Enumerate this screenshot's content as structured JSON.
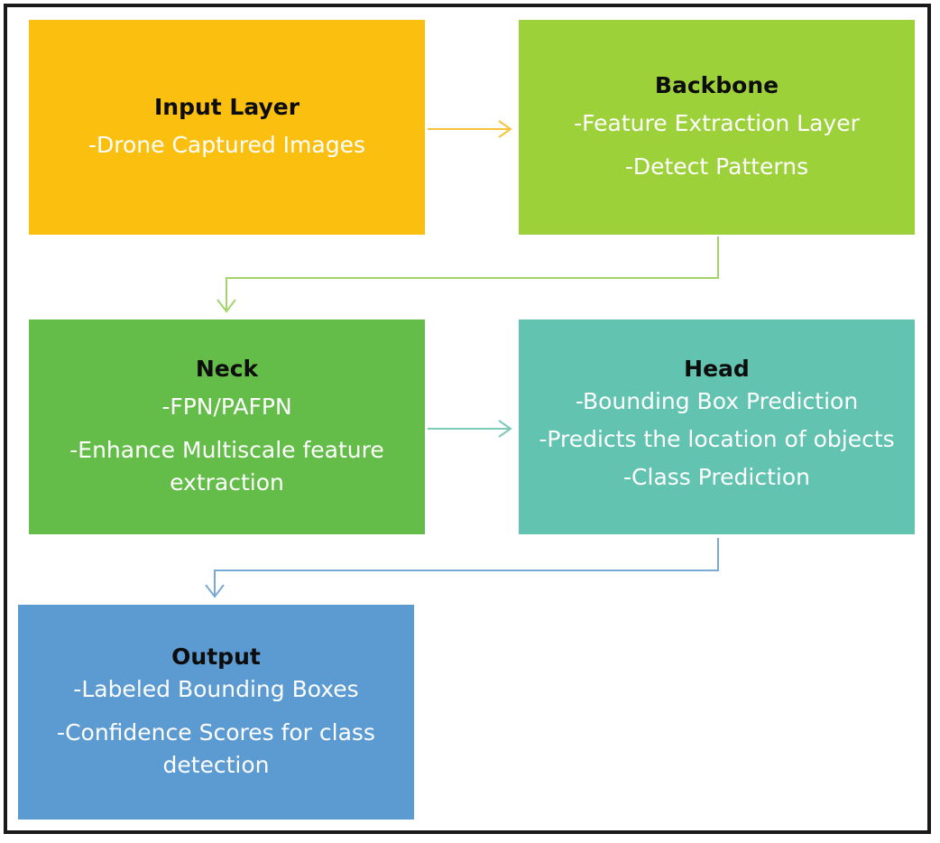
{
  "colors": {
    "input": "#fbbf10",
    "backbone": "#9cd13a",
    "neck": "#63bd48",
    "head": "#62c3b0",
    "output": "#5b9bd2",
    "arrow_input_backbone": "#f5c43a",
    "arrow_backbone_neck": "#a3d46b",
    "arrow_neck_head": "#7ecab8",
    "arrow_head_output": "#7aa9d8"
  },
  "boxes": {
    "input": {
      "title": "Input Layer",
      "lines": [
        "-Drone Captured Images"
      ]
    },
    "backbone": {
      "title": "Backbone",
      "lines": [
        "-Feature Extraction Layer",
        "-Detect Patterns"
      ]
    },
    "neck": {
      "title": "Neck",
      "lines": [
        "-FPN/PAFPN",
        "-Enhance Multiscale feature extraction"
      ]
    },
    "head": {
      "title": "Head",
      "lines": [
        "-Bounding Box Prediction",
        "-Predicts the location of objects",
        "-Class Prediction"
      ]
    },
    "output": {
      "title": "Output",
      "lines": [
        "-Labeled Bounding Boxes",
        "-Confidence Scores for class detection"
      ]
    }
  }
}
